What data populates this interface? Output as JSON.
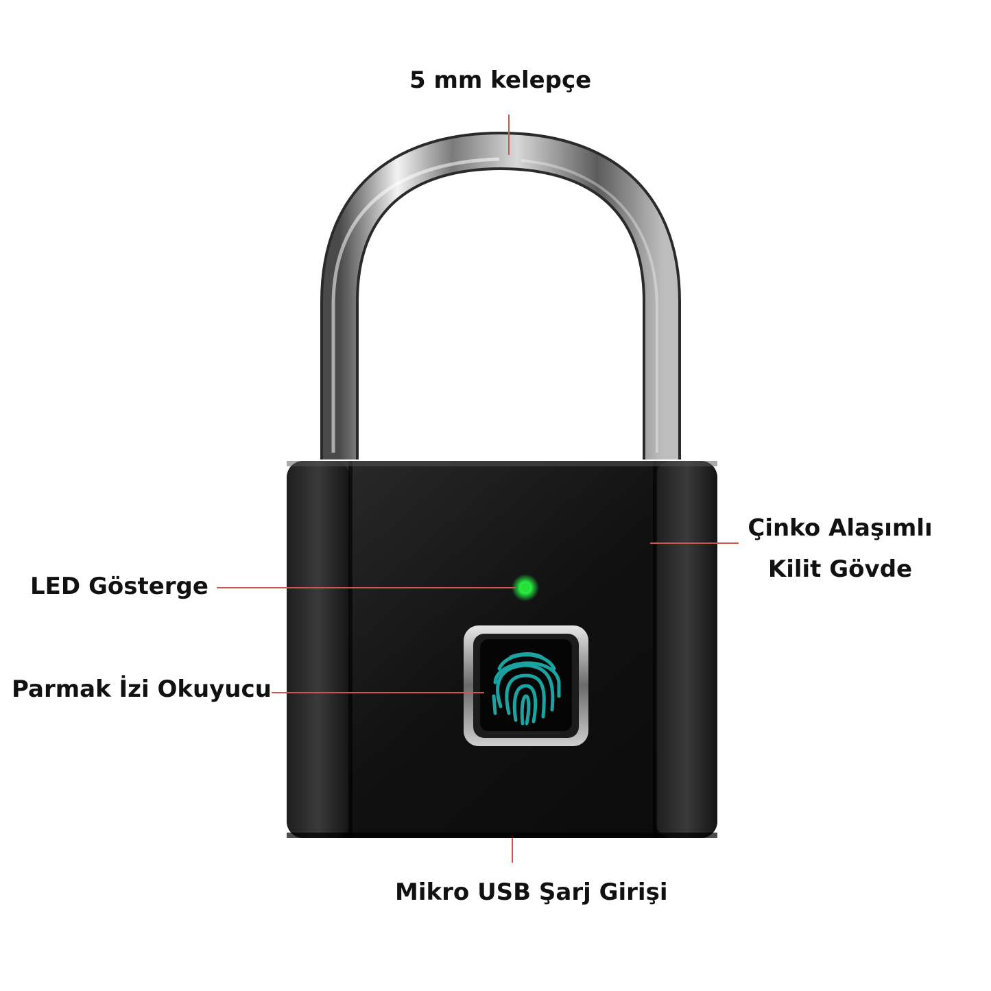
{
  "labels": {
    "shackle": "5 mm kelepçe",
    "body_line1": "Çinko Alaşımlı",
    "body_line2": "Kilit Gövde",
    "led": "LED Gösterge",
    "fingerprint": "Parmak İzi Okuyucu",
    "usb": "Mikro USB Şarj Girişi"
  },
  "colors": {
    "leader_line": "#d0574f",
    "led": "#22e23a",
    "fingerprint": "#1aa3a0",
    "body": "#141414"
  }
}
